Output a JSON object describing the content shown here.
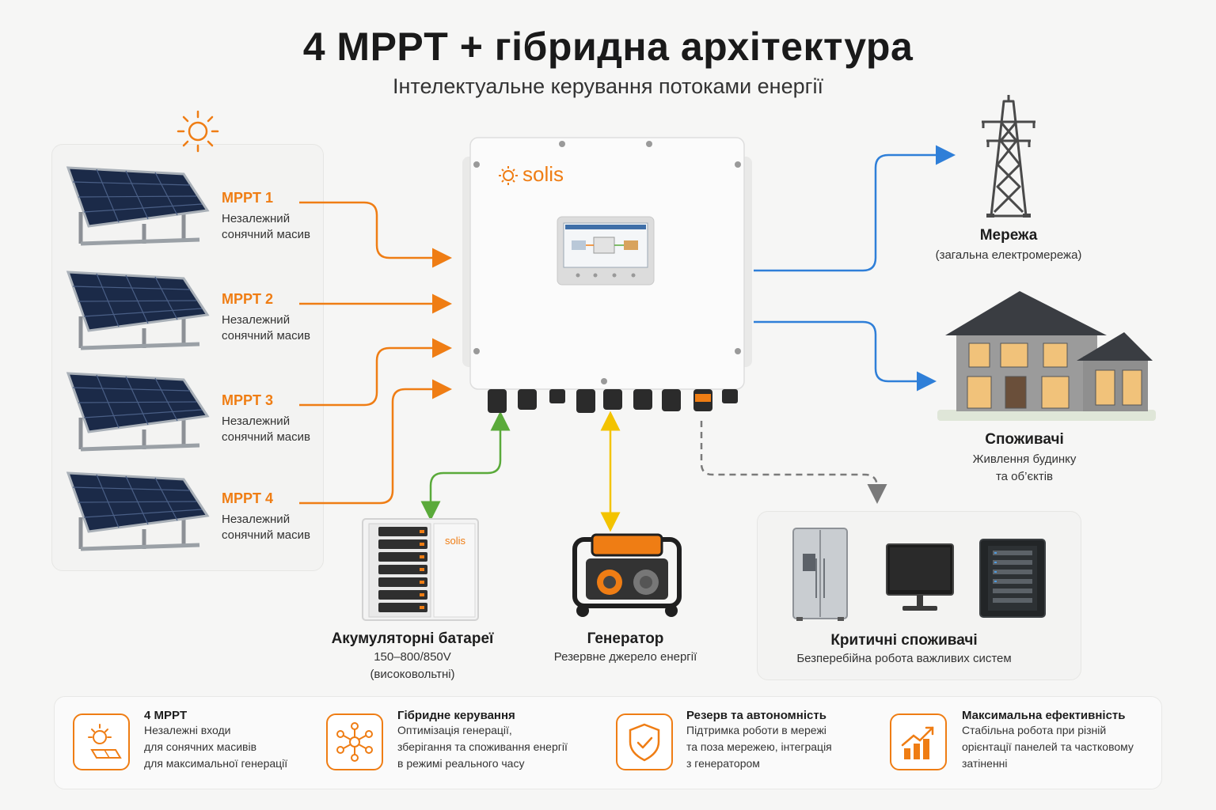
{
  "header": {
    "title": "4 MPPT + гібридна архітектура",
    "subtitle": "Інтелектуальне керування потоками енергії"
  },
  "inverter": {
    "brand": "solis"
  },
  "mppt": [
    {
      "label": "MPPT 1",
      "desc1": "Незалежний",
      "desc2": "сонячний масив"
    },
    {
      "label": "MPPT 2",
      "desc1": "Незалежний",
      "desc2": "сонячний масив"
    },
    {
      "label": "MPPT 3",
      "desc1": "Незалежний",
      "desc2": "сонячний масив"
    },
    {
      "label": "MPPT 4",
      "desc1": "Незалежний",
      "desc2": "сонячний масив"
    }
  ],
  "grid": {
    "title": "Мережа",
    "sub": "(загальна електромережа)"
  },
  "consumers": {
    "title": "Споживачі",
    "sub1": "Живлення будинку",
    "sub2": "та об’єктів"
  },
  "battery": {
    "title": "Акумуляторні батареї",
    "sub1": "150–800/850V",
    "sub2": "(високовольтні)",
    "brand": "solis"
  },
  "generator": {
    "title": "Генератор",
    "sub": "Резервне джерело енергії"
  },
  "critical": {
    "title": "Критичні споживачі",
    "sub": "Безперебійна робота важливих систем"
  },
  "features": [
    {
      "title": "4 MPPT",
      "lines": [
        "Незалежні входи",
        "для сонячних масивів",
        "для максимальної генерації"
      ]
    },
    {
      "title": "Гібридне керування",
      "lines": [
        "Оптимізація генерації,",
        "зберігання та споживання енергії",
        "в режимі реального часу"
      ]
    },
    {
      "title": "Резерв та автономність",
      "lines": [
        "Підтримка роботи в мережі",
        "та поза мережею, інтеграція",
        "з генератором"
      ]
    },
    {
      "title": "Максимальна ефективність",
      "lines": [
        "Стабільна робота при різній",
        "орієнтації панелей та частковому",
        "затіненні"
      ]
    }
  ],
  "colors": {
    "accent": "#ef7d14",
    "grid_line": "#2f7fd8",
    "battery_line": "#5aaa3a",
    "generator_line": "#f3c300",
    "critical_line": "#7a7a7a"
  }
}
